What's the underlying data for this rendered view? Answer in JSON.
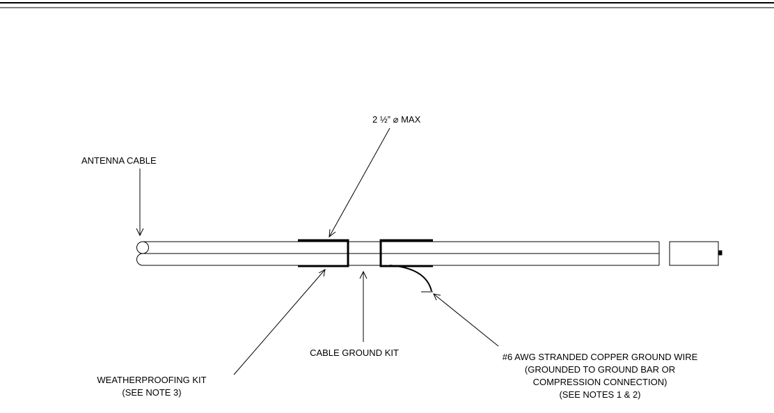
{
  "labels": {
    "antenna_cable": "ANTENNA CABLE",
    "max_diameter": "2 ½” ⌀ MAX",
    "weatherproofing_line1": "WEATHERPROOFING KIT",
    "weatherproofing_line2": "(SEE NOTE 3)",
    "cable_ground_kit": "CABLE GROUND KIT",
    "ground_wire_line1": "#6 AWG STRANDED COPPER GROUND WIRE",
    "ground_wire_line2": "(GROUNDED TO GROUND BAR OR",
    "ground_wire_line3": "COMPRESSION CONNECTION)",
    "ground_wire_line4": "(SEE NOTES 1 & 2)"
  }
}
